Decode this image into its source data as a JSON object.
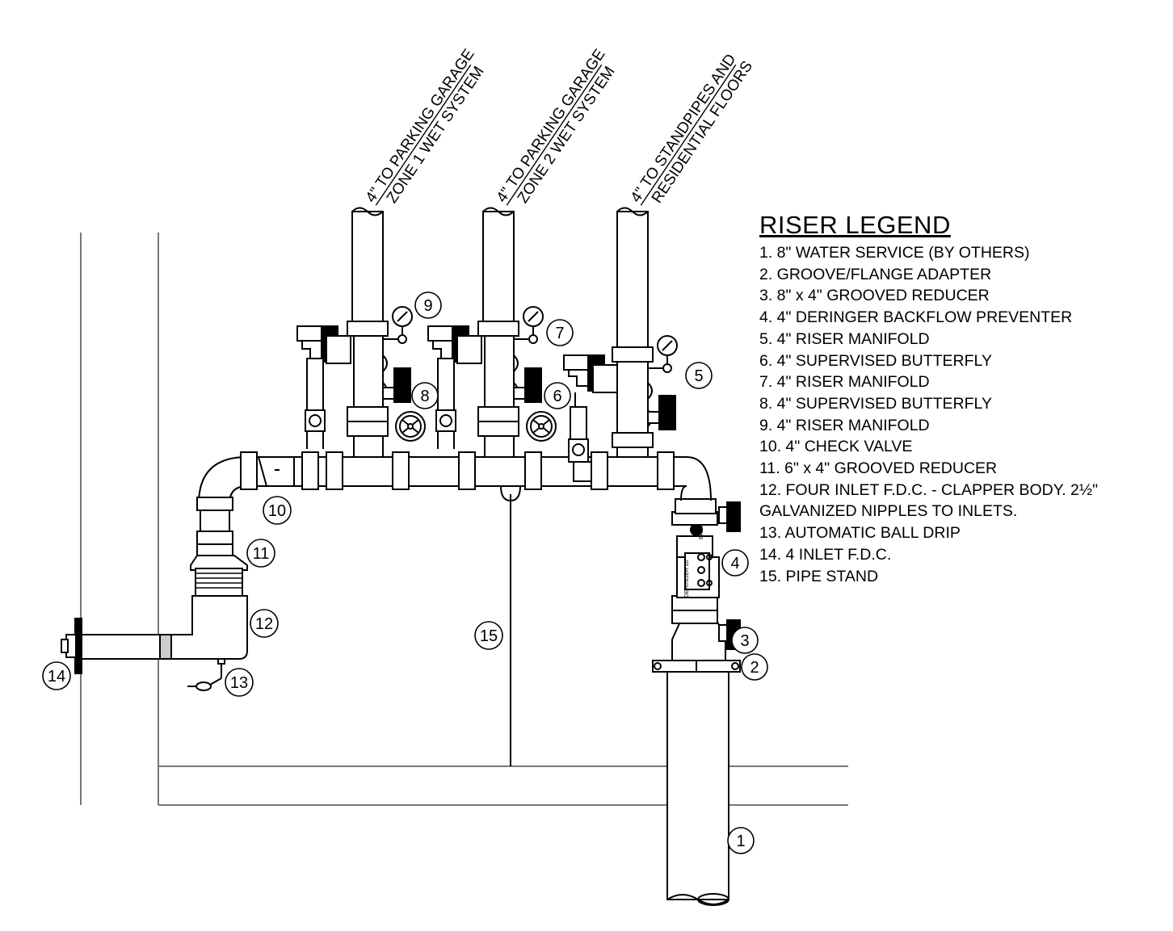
{
  "riser_labels": [
    {
      "line1": "4\" TO PARKING GARAGE",
      "line2": "ZONE 1 WET SYSTEM"
    },
    {
      "line1": "4\" TO PARKING GARAGE",
      "line2": "ZONE 2 WET SYSTEM"
    },
    {
      "line1": "4\" TO STANDPIPES AND",
      "line2": "RESIDENTIAL FLOORS"
    }
  ],
  "legend": {
    "title": "RISER LEGEND",
    "items": [
      "1.  8\" WATER SERVICE (BY OTHERS)",
      "2.  GROOVE/FLANGE ADAPTER",
      "3.  8\" x 4\" GROOVED REDUCER",
      "4.  4\" DERINGER BACKFLOW PREVENTER",
      "5.  4\" RISER MANIFOLD",
      "6.  4\" SUPERVISED BUTTERFLY",
      "7.  4\" RISER MANIFOLD",
      "8.  4\" SUPERVISED BUTTERFLY",
      "9.  4\" RISER MANIFOLD",
      "10. 4\" CHECK VALVE",
      "11. 6\" x 4\" GROOVED REDUCER",
      "12. FOUR INLET F.D.C. - CLAPPER BODY. 2½\"\n      GALVANIZED NIPPLES TO INLETS.",
      "13. AUTOMATIC BALL DRIP",
      "14. 4 INLET F.D.C.",
      "15. PIPE STAND"
    ]
  },
  "callouts": [
    "1",
    "2",
    "3",
    "4",
    "5",
    "6",
    "7",
    "8",
    "9",
    "10",
    "11",
    "12",
    "13",
    "14",
    "15"
  ],
  "equipment_labels": {
    "backflow_text_1": "DERINGER 20",
    "backflow_text_2": "BACKFLOW"
  }
}
